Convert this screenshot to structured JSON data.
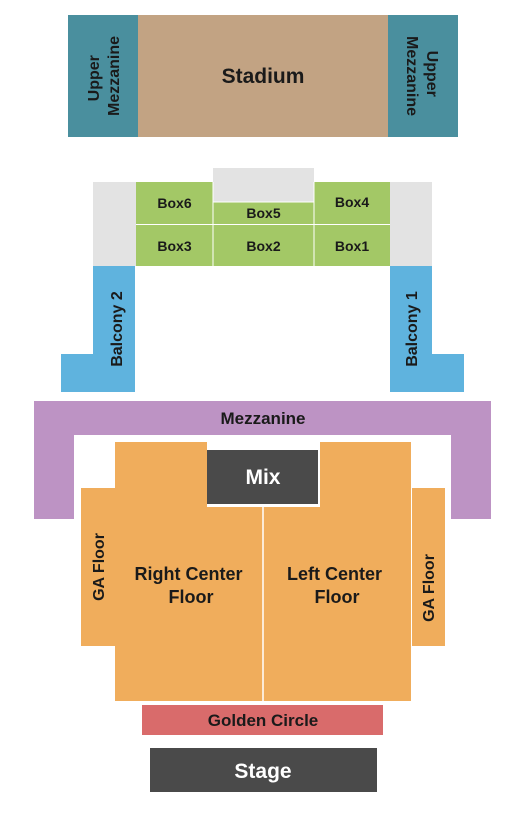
{
  "colors": {
    "teal": "#4a8f9e",
    "stadium": "#c2a383",
    "box_green": "#a3c866",
    "light_gray": "#e3e3e3",
    "balcony_blue": "#5fb3de",
    "mezzanine_purple": "#bd93c4",
    "floor_orange": "#f0ad5c",
    "mix_dark": "#4a4a4a",
    "golden_red": "#d96b6b",
    "stage_dark": "#4a4a4a"
  },
  "sections": {
    "upper_mezzanine_left": [
      "Upper",
      "Mezzanine"
    ],
    "stadium": "Stadium",
    "upper_mezzanine_right": [
      "Upper",
      "Mezzanine"
    ],
    "box6": "Box6",
    "box5": "Box5",
    "box4": "Box4",
    "box3": "Box3",
    "box2": "Box2",
    "box1": "Box1",
    "balcony2": "Balcony 2",
    "balcony1": "Balcony 1",
    "mezzanine": "Mezzanine",
    "mix": "Mix",
    "ga_floor_left": "GA Floor",
    "ga_floor_right": "GA Floor",
    "right_center_floor": [
      "Right Center",
      "Floor"
    ],
    "left_center_floor": [
      "Left Center",
      "Floor"
    ],
    "golden_circle": "Golden Circle",
    "stage": "Stage"
  }
}
